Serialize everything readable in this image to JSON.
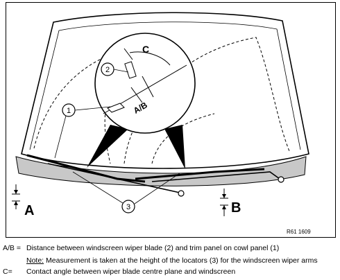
{
  "diagram": {
    "callouts": {
      "one": "1",
      "two": "2",
      "three": "3",
      "ab": "A/B",
      "c": "C",
      "a": "A",
      "b": "B"
    },
    "figure_code": "R61 1609"
  },
  "legend": {
    "ab_key": "A/B =",
    "ab_text": "Distance between windscreen wiper blade (2) and trim panel on cowl panel (1)",
    "note_label": "Note:",
    "note_text": " Measurement is taken at the height of the locators (3) for the windscreen wiper arms",
    "c_key": "C=",
    "c_text": "Contact angle between wiper blade centre plane and windscreen"
  }
}
